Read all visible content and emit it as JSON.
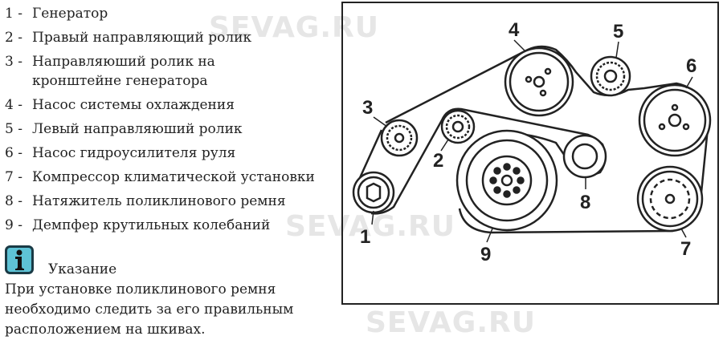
{
  "legend": [
    {
      "num": "1 -",
      "text": "Генератор"
    },
    {
      "num": "2 -",
      "text": "Правый направляющий ролик"
    },
    {
      "num": "3 -",
      "text": "Направляюший ролик на кронштейне генератора"
    },
    {
      "num": "4 -",
      "text": "Насос системы охлаждения"
    },
    {
      "num": "5 -",
      "text": "Левый направляюший ролик"
    },
    {
      "num": "6 -",
      "text": "Насос гидроусилителя руля"
    },
    {
      "num": "7 -",
      "text": "Компрессор климатической установки"
    },
    {
      "num": "8 -",
      "text": "Натяжитель поликлинового ремня"
    },
    {
      "num": "9 -",
      "text": "Демпфер крутильных колебаний"
    }
  ],
  "note": {
    "icon": "info-icon",
    "title": "Указание",
    "lines": [
      "При установке поликлинового ремня",
      "необходимо следить за его правильным",
      "расположением на шкивах."
    ]
  },
  "diagram_labels": [
    "1",
    "2",
    "3",
    "4",
    "5",
    "6",
    "7",
    "8",
    "9"
  ],
  "watermark": "SEVAG.RU"
}
